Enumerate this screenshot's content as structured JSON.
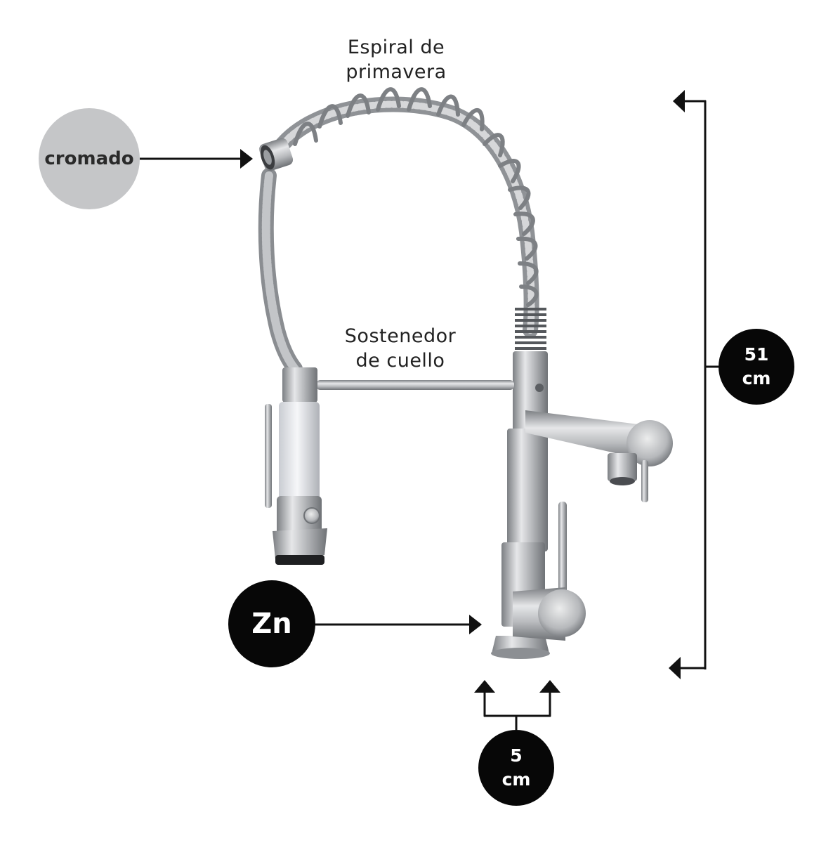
{
  "labels": {
    "spring_coil_line1": "Espiral de",
    "spring_coil_line2": "primavera",
    "neck_holder_line1": "Sostenedor",
    "neck_holder_line2": "de cuello"
  },
  "badges": {
    "chrome": "cromado",
    "material": "Zn",
    "height_value": "51",
    "height_unit": "cm",
    "width_value": "5",
    "width_unit": "cm"
  },
  "colors": {
    "badge_dark": "#070707",
    "badge_chrome": "#c5c6c8",
    "metal_light": "#e2e3e5",
    "metal_mid": "#b4b6b9",
    "metal_dark": "#7c7f83",
    "line": "#111111"
  }
}
